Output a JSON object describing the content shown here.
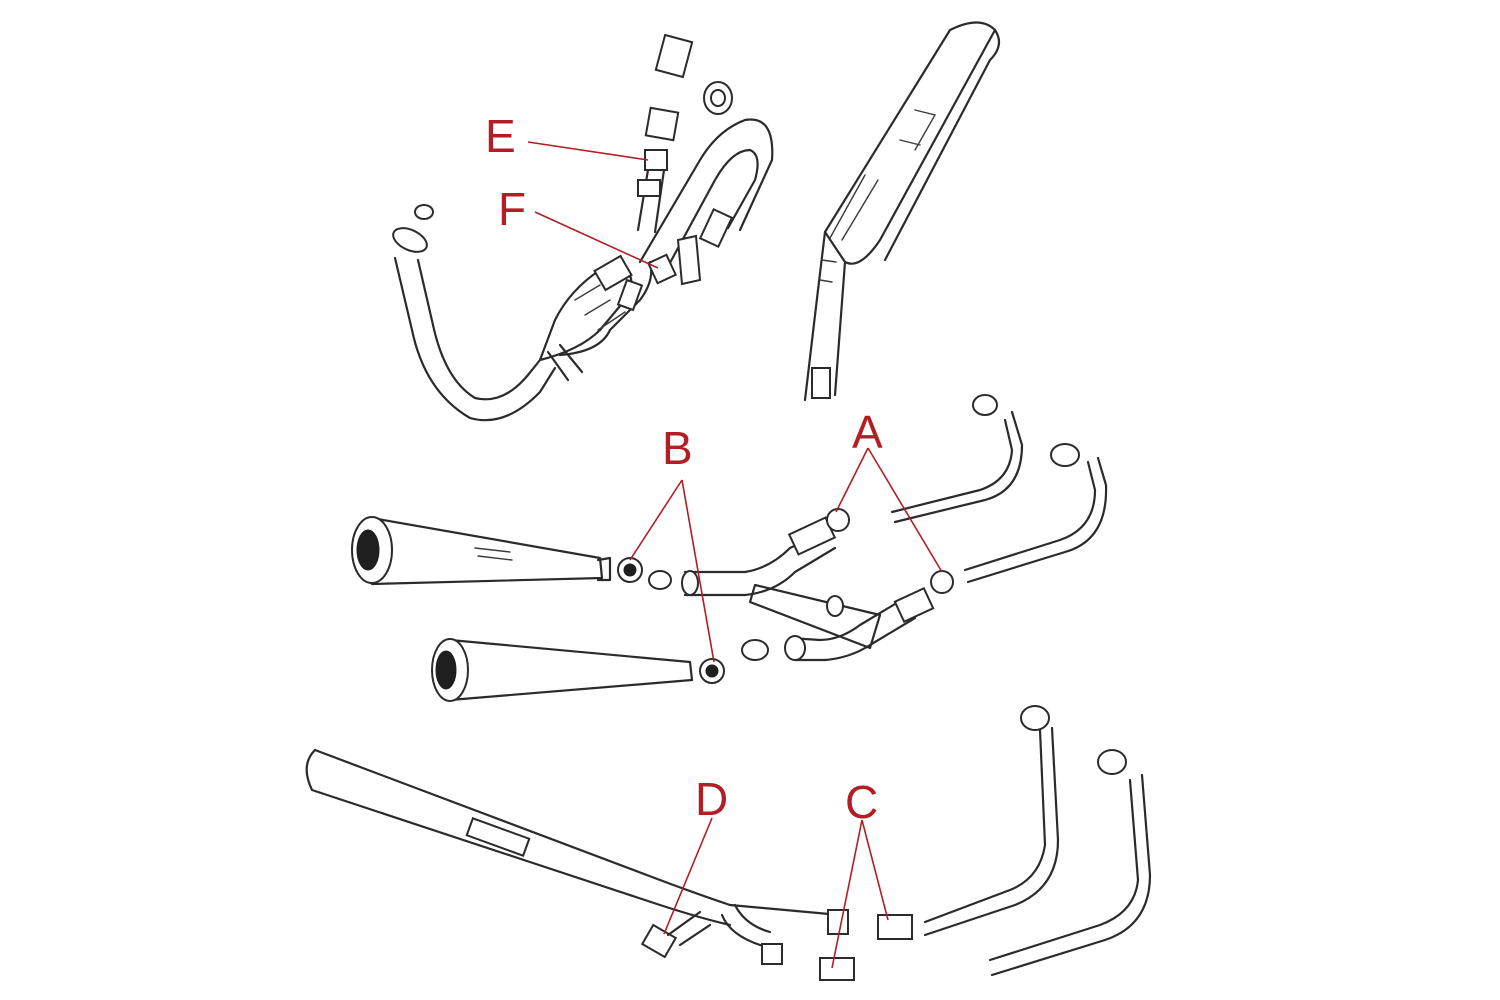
{
  "labels": {
    "a": "A",
    "b": "B",
    "c": "C",
    "d": "D",
    "e": "E",
    "f": "F"
  },
  "colors": {
    "label": "#b21e24",
    "line": "#2b2b2b",
    "background": "#ffffff"
  }
}
